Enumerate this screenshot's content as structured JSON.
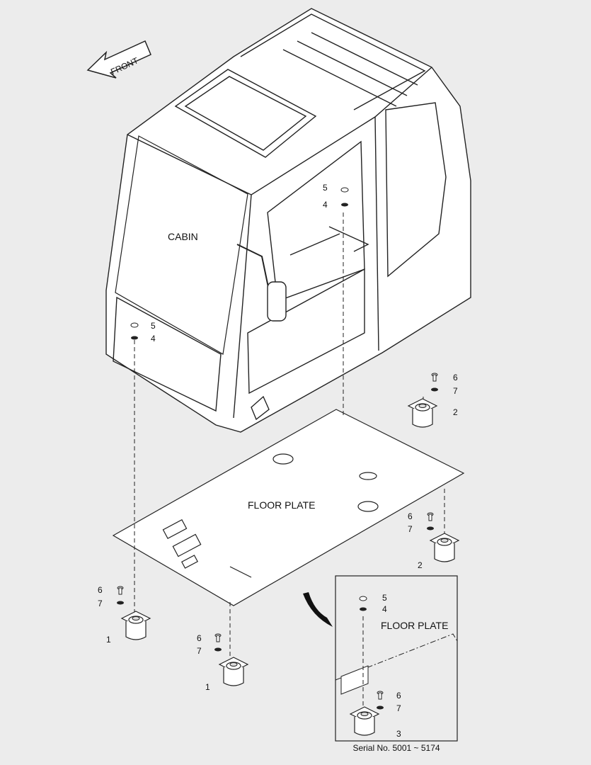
{
  "front": "FRONT",
  "cabin": "CABIN",
  "floor_plate": "FLOOR PLATE",
  "inset_floor_plate": "FLOOR PLATE",
  "serial": "Serial No. 5001 ~ 5174",
  "callouts": {
    "c1a": "1",
    "c1b": "1",
    "c2a": "2",
    "c2b": "2",
    "c3": "3",
    "c4a": "4",
    "c4b": "4",
    "c4c": "4",
    "c5a": "5",
    "c5b": "5",
    "c5c": "5",
    "c6a": "6",
    "c6b": "6",
    "c6c": "6",
    "c6d": "6",
    "c6e": "6",
    "c7a": "7",
    "c7b": "7",
    "c7c": "7",
    "c7d": "7",
    "c7e": "7"
  }
}
